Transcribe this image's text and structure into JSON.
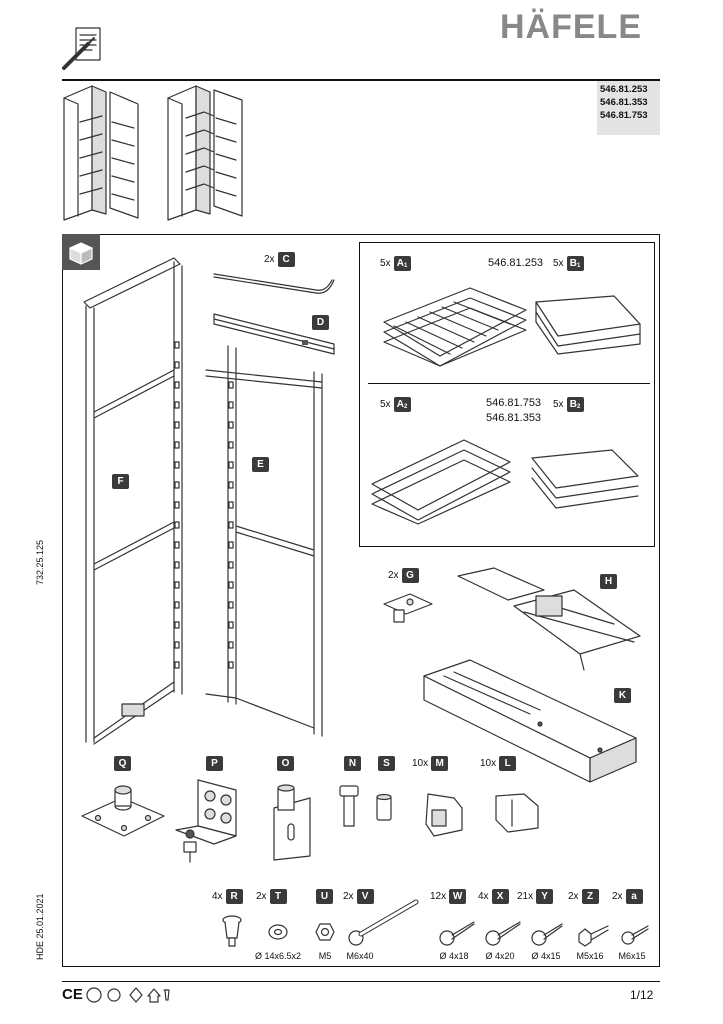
{
  "brand": "HÄFELE",
  "article_numbers": [
    "546.81.253",
    "546.81.353",
    "546.81.753"
  ],
  "side_codes": {
    "doc_number": "732.25.125",
    "date_code": "HDE 25.01.2021"
  },
  "page_number": "1/12",
  "top_basket_model": "546.81.253",
  "bottom_basket_models": [
    "546.81.753",
    "546.81.353"
  ],
  "parts": {
    "A1": {
      "qty": "5x",
      "letter": "A",
      "sub": "1"
    },
    "B1": {
      "qty": "5x",
      "letter": "B",
      "sub": "1"
    },
    "A2": {
      "qty": "5x",
      "letter": "A",
      "sub": "2"
    },
    "B2": {
      "qty": "5x",
      "letter": "B",
      "sub": "2"
    },
    "C": {
      "qty": "2x",
      "letter": "C"
    },
    "D": {
      "qty": "",
      "letter": "D"
    },
    "E": {
      "qty": "",
      "letter": "E"
    },
    "F": {
      "qty": "",
      "letter": "F"
    },
    "G": {
      "qty": "2x",
      "letter": "G"
    },
    "H": {
      "qty": "",
      "letter": "H"
    },
    "K": {
      "qty": "",
      "letter": "K"
    },
    "Q": {
      "qty": "",
      "letter": "Q"
    },
    "P": {
      "qty": "",
      "letter": "P"
    },
    "O": {
      "qty": "",
      "letter": "O"
    },
    "N": {
      "qty": "",
      "letter": "N"
    },
    "S": {
      "qty": "",
      "letter": "S"
    },
    "M": {
      "qty": "10x",
      "letter": "M"
    },
    "L": {
      "qty": "10x",
      "letter": "L"
    },
    "R": {
      "qty": "4x",
      "letter": "R"
    },
    "T": {
      "qty": "2x",
      "letter": "T",
      "size": "Ø 14x6.5x2"
    },
    "U": {
      "qty": "",
      "letter": "U",
      "size": "M5"
    },
    "V": {
      "qty": "2x",
      "letter": "V",
      "size": "M6x40"
    },
    "W": {
      "qty": "12x",
      "letter": "W",
      "size": "Ø 4x18"
    },
    "X": {
      "qty": "4x",
      "letter": "X",
      "size": "Ø 4x20"
    },
    "Y": {
      "qty": "21x",
      "letter": "Y",
      "size": "Ø 4x15"
    },
    "Z": {
      "qty": "2x",
      "letter": "Z",
      "size": "M5x16"
    },
    "a": {
      "qty": "2x",
      "letter": "a",
      "size": "M6x15"
    }
  },
  "footer_marks": [
    "CE",
    "UL",
    "GS",
    "house",
    "recycle"
  ],
  "icons": [
    "instructions-icon",
    "parts-box-icon"
  ]
}
